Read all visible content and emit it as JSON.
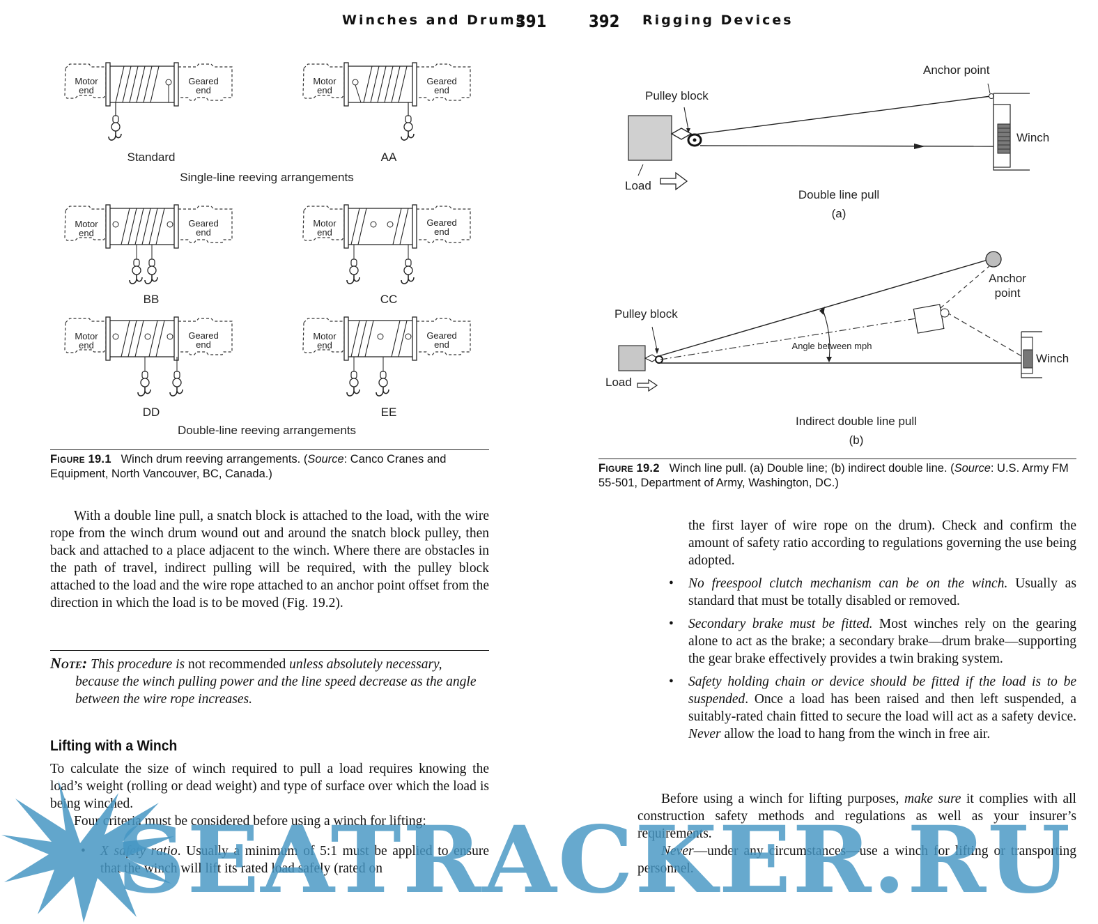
{
  "header": {
    "left_title": "Winches and Drums",
    "left_page": "391",
    "right_page": "392",
    "right_title": "Rigging Devices"
  },
  "fig19_1": {
    "motor_end_line1": "Motor",
    "motor_end_line2": "end",
    "geared_end_line1": "Geared",
    "geared_end_line2": "end",
    "labels": [
      "Standard",
      "AA",
      "BB",
      "CC",
      "DD",
      "EE"
    ],
    "single_heading": "Single-line reeving arrangements",
    "double_heading": "Double-line reeving arrangements",
    "caption_label": "Figure",
    "caption_num": "19.1",
    "caption_text_pre": "Winch drum reeving arrangements. (",
    "caption_source": "Source",
    "caption_text_post": ": Canco Cranes and Equipment, North Vancouver, BC, Canada.)"
  },
  "fig19_2": {
    "a_anchor": "Anchor point",
    "a_pulley": "Pulley block",
    "a_winch": "Winch",
    "a_load": "Load",
    "a_title": "Double line pull",
    "a_letter": "(a)",
    "b_anchor_line1": "Anchor",
    "b_anchor_line2": "point",
    "b_pulley": "Pulley block",
    "b_angle": "Angle between mph",
    "b_winch": "Winch",
    "b_load": "Load",
    "b_title": "Indirect double line pull",
    "b_letter": "(b)",
    "caption_label": "Figure",
    "caption_num": "19.2",
    "caption_text_pre": "Winch line pull. (a) Double line; (b) indirect double line. (",
    "caption_source": "Source",
    "caption_text_post": ": U.S. Army FM 55-501, Department of Army, Washington, DC.)"
  },
  "left": {
    "para1": "With a double line pull, a snatch block is attached to the load, with the wire rope from the winch drum wound out and around the snatch block pulley, then back and attached to a place adjacent to the winch. Where there are obstacles in the path of travel, indirect pulling will be required, with the pulley block attached to the load and the wire rope attached to an anchor point offset from the direction in which the load is to be moved (Fig. 19.2).",
    "note_label": "Note:",
    "note_a": "This procedure is",
    "note_b": "not recommended",
    "note_c": "unless absolutely necessary, because the winch pulling power and the line speed decrease as the angle between the wire rope increases.",
    "section_title": "Lifting with a Winch",
    "para2": "To calculate the size of winch required to pull a load requires knowing the load’s weight (rolling or dead weight) and type of surface over which the load is being winched.",
    "para3": "Four criteria must be considered before using a winch for lifting:",
    "bullet1_italic": "X safety ratio",
    "bullet1_text": ". Usually a minimum of 5:1 must be applied to ensure that the winch will lift its rated load safely (rated on"
  },
  "right": {
    "cont": "the first layer of wire rope on the drum). Check and confirm the amount of safety ratio according to regulations governing the use being adopted.",
    "b2_italic": "No freespool clutch mechanism can be on the winch.",
    "b2_text": " Usually as standard that must be totally disabled or removed.",
    "b3_italic": "Secondary brake must be fitted.",
    "b3_text": " Most winches rely on the gearing alone to act as the brake; a secondary brake—drum brake—supporting the gear brake effectively provides a twin braking system.",
    "b4_italic": "Safety holding chain or device should be fitted if the load is to be suspended",
    "b4_text_a": ". Once a load has been raised and then left suspended, a suitably-rated chain fitted to secure the load will act as a safety device. ",
    "b4_never": "Never",
    "b4_text_b": " allow the load to hang from the winch in free air.",
    "p1_a": "Before using a winch for lifting purposes, ",
    "p1_italic": "make sure",
    "p1_b": " it complies with all construction safety methods and regulations as well as your insurer’s requirements.",
    "p2_never": "Never",
    "p2_text": "—under any circumstances—use a winch for lifting or transporting personnel."
  },
  "watermark": {
    "text": "SEATRACKER.RU",
    "color": "#4696c3"
  },
  "bullet_char": "•"
}
